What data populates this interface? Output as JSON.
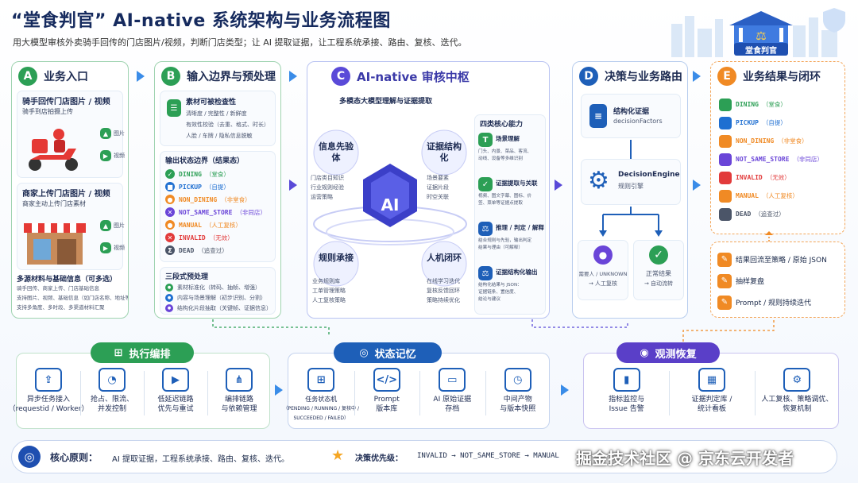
{
  "header": {
    "title": "“堂食判官” AI-native 系统架构与业务流程图",
    "subtitle": "用大模型审核外卖骑手回传的门店图片/视频，判断门店类型；让 AI 提取证据，让工程系统承接、路由、复核、迭代。",
    "badge": "堂食判官"
  },
  "colors": {
    "green": "#2c9f55",
    "blue": "#1f6fd1",
    "purple": "#6a45d8",
    "navy": "#1e5fb8",
    "orange": "#f08a24",
    "red": "#e23b3b",
    "gray": "#4b5568"
  },
  "panelA": {
    "letter": "A",
    "title": "业务入口",
    "rider": {
      "title": "骑手回传门店图片 / 视频",
      "sub": "骑手到店拍摄上传",
      "img": "图片",
      "video": "视频"
    },
    "merchant": {
      "title": "商家上传门店图片 / 视频",
      "sub": "商家主动上传门店素材",
      "img": "图片",
      "video": "视频"
    },
    "multi": {
      "title": "多源材料与基础信息（可多选）",
      "lines": [
        "骑手回传、商家上传、门店基础信息",
        "支持图片、视频、基础信息（如门店名称、地址等）",
        "支持多角度、多时段、多渠道材料汇聚"
      ]
    }
  },
  "panelB": {
    "letter": "B",
    "title": "输入边界与预处理",
    "check": {
      "title": "素材可被检查性",
      "lines": [
        "清晰度 / 完整性 / 新鲜度",
        "有效性校验（去重、格式、时长）",
        "人脸 / 车牌 / 隐私信息脱敏"
      ]
    },
    "out": {
      "title": "输出状态边界（结果态）",
      "items": [
        {
          "code": "DINING",
          "desc": "（堂食）",
          "color": "#2c9f55",
          "sym": "✓"
        },
        {
          "code": "PICKUP",
          "desc": "（自提）",
          "color": "#1f6fd1",
          "sym": "■"
        },
        {
          "code": "NON_DINING",
          "desc": "（非堂食）",
          "color": "#f08a24",
          "sym": "●"
        },
        {
          "code": "NOT_SAME_STORE",
          "desc": "（非同店）",
          "color": "#6a45d8",
          "sym": "✕"
        },
        {
          "code": "MANUAL",
          "desc": "（人工复核）",
          "color": "#f08a24",
          "sym": "●"
        },
        {
          "code": "INVALID",
          "desc": "（无效）",
          "color": "#e23b3b",
          "sym": "✕"
        },
        {
          "code": "DEAD",
          "desc": "（追查过）",
          "color": "#4b5568",
          "sym": "Σ"
        }
      ]
    },
    "pre": {
      "title": "三段式预处理",
      "items": [
        "素材标准化（转码、抽帧、增强）",
        "内容与场景理解（初步识别、分割）",
        "结构化片段抽取（关键帧、证据信息）"
      ]
    }
  },
  "panelC": {
    "letter": "C",
    "title": "AI-native 审核中枢",
    "sub": "多模态大模型理解与证据提取",
    "center": "AI",
    "nodes": {
      "tl": {
        "title": "信息先验体",
        "lines": [
          "门店类目知识",
          "行业规则经验",
          "运营策略"
        ]
      },
      "tr": {
        "title": "证据结构化",
        "lines": [
          "场景要素",
          "证据片段",
          "时空关联"
        ]
      },
      "bl": {
        "title": "规则承接",
        "lines": [
          "业务规则库",
          "工单管理策略",
          "人工复核策略"
        ]
      },
      "br": {
        "title": "人机闭环",
        "lines": [
          "在线学习迭代",
          "复核反馈回环",
          "策略持续优化"
        ]
      }
    },
    "caps": {
      "title": "四类核心能力",
      "items": [
        {
          "icon": "T",
          "title": "场景理解",
          "lines": [
            "门头、内景、菜品、客流、",
            "动线、设备等多维识别"
          ]
        },
        {
          "icon": "✓",
          "title": "证据提取与关联",
          "lines": [
            "视频、图文字幕、图标、价",
            "签、菜单等证据点提取"
          ]
        },
        {
          "icon": "⚖",
          "title": "推理 / 判定 / 解释",
          "lines": [
            "结合规则与先验，输出判定",
            "结果与理由（可解释）"
          ]
        },
        {
          "icon": "⚖",
          "title": "证据结构化输出",
          "lines": [
            "结构化结果与 JSON：",
            "证据链条、置信度、",
            "结论与建议"
          ]
        }
      ]
    }
  },
  "panelD": {
    "letter": "D",
    "title": "决策与业务路由",
    "evidence": {
      "title": "结构化证据",
      "sub": "decisionFactors"
    },
    "engine": {
      "title": "DecisionEngine",
      "sub": "规则引擎"
    },
    "left": {
      "title": "需要人 / UNKNOWN",
      "sub": "→ 人工复核"
    },
    "right": {
      "title": "正常结果",
      "sub": "→ 自动流转"
    }
  },
  "panelE": {
    "letter": "E",
    "title": "业务结果与闭环",
    "items": [
      {
        "code": "DINING",
        "desc": "（堂食）",
        "color": "#2c9f55"
      },
      {
        "code": "PICKUP",
        "desc": "（自提）",
        "color": "#1f6fd1"
      },
      {
        "code": "NON_DINING",
        "desc": "（非堂食）",
        "color": "#f08a24"
      },
      {
        "code": "NOT_SAME_STORE",
        "desc": "（非同店）",
        "color": "#6a45d8"
      },
      {
        "code": "INVALID",
        "desc": "（无效）",
        "color": "#e23b3b"
      },
      {
        "code": "MANUAL",
        "desc": "（人工复核）",
        "color": "#f08a24"
      },
      {
        "code": "DEAD",
        "desc": "（追查过）",
        "color": "#4b5568"
      }
    ],
    "loop": [
      "结果回流至策略 / 原始 JSON",
      "抽样复盘",
      "Prompt / 规则持续迭代"
    ]
  },
  "lanes": {
    "exec": {
      "title": "执行编排",
      "items": [
        {
          "icon": "⇪",
          "label": "异步任务接入",
          "sub": "（requestid / Worker）"
        },
        {
          "icon": "◔",
          "label": "抢占、限流、",
          "sub": "并发控制"
        },
        {
          "icon": "▶",
          "label": "低延迟链路",
          "sub": "优先与重试"
        },
        {
          "icon": "⋔",
          "label": "编排链路",
          "sub": "与依赖管理"
        }
      ]
    },
    "state": {
      "title": "状态记忆",
      "items": [
        {
          "icon": "⊞",
          "label": "任务状态机",
          "sub": "（PENDING / RUNNING / 复核中 /",
          "sub2": "SUCCEEDED / FAILED）"
        },
        {
          "icon": "</>",
          "label": "Prompt",
          "sub": "版本库"
        },
        {
          "icon": "▭",
          "label": "AI 原始证据",
          "sub": "存档"
        },
        {
          "icon": "◷",
          "label": "中间产物",
          "sub": "与版本快照"
        }
      ]
    },
    "obs": {
      "title": "观测恢复",
      "items": [
        {
          "icon": "▮",
          "label": "指标监控与",
          "sub": "Issue 告警"
        },
        {
          "icon": "▦",
          "label": "证据判定库 /",
          "sub": "统计看板"
        },
        {
          "icon": "⚙",
          "label": "人工复核、策略调优、",
          "sub": "恢复机制"
        }
      ]
    }
  },
  "footer": {
    "principle_label": "核心原则：",
    "principle": "AI 提取证据，工程系统承接、路由、复核、迭代。",
    "priority_label": "决策优先级：",
    "priority": "INVALID → NOT_SAME_STORE → MANUAL",
    "watermark": "掘金技术社区 @ 京东云开发者"
  }
}
